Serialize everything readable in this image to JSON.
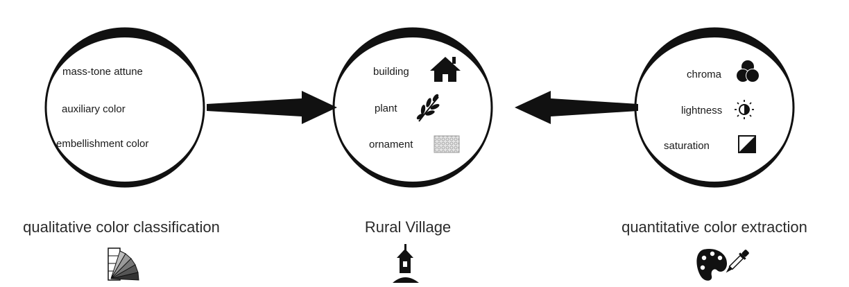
{
  "left": {
    "items": [
      "mass-tone attune",
      "auxiliary color",
      "embellishment color"
    ],
    "caption": "qualitative color classification",
    "caption_icon": "color-fan-deck-icon"
  },
  "center": {
    "items": [
      "building",
      "plant",
      "ornament"
    ],
    "item_icons": [
      "house-icon",
      "leaf-icon",
      "lattice-ornament-icon"
    ],
    "caption": "Rural Village",
    "caption_icon": "village-house-icon"
  },
  "right": {
    "items": [
      "chroma",
      "lightness",
      "saturation"
    ],
    "item_icons": [
      "rgb-circles-icon",
      "brightness-icon",
      "saturation-square-icon"
    ],
    "caption": "quantitative color extraction",
    "caption_icon": "palette-dropper-icon"
  },
  "colors": {
    "stroke": "#111111",
    "text": "#1a1a1a",
    "fan_gray": "#9a9a9a",
    "lattice": "#b8b8b8"
  }
}
